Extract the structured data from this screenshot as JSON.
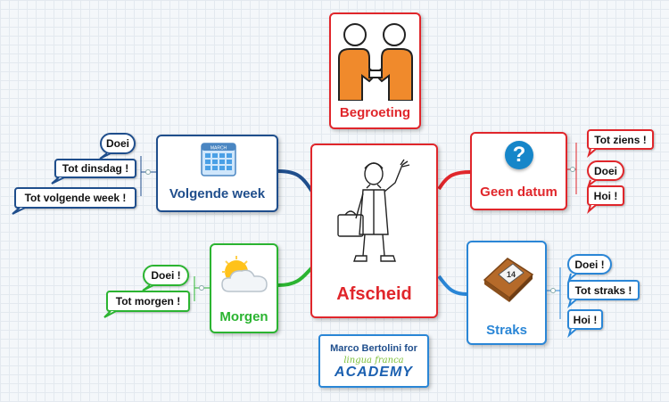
{
  "center": {
    "label": "Afscheid"
  },
  "branches": {
    "greeting": {
      "label": "Begroeting"
    },
    "next_week": {
      "label": "Volgende week",
      "calendar_month": "MARCH",
      "items": [
        "Doei",
        "Tot dinsdag !",
        "Tot volgende week !"
      ]
    },
    "tomorrow": {
      "label": "Morgen",
      "items": [
        "Doei !",
        "Tot morgen !"
      ]
    },
    "no_date": {
      "label": "Geen datum",
      "icon_glyph": "?",
      "items": [
        "Tot ziens !",
        "Doei",
        "Hoi !"
      ]
    },
    "later": {
      "label": "Straks",
      "calendar_day": "14",
      "items": [
        "Doei !",
        "Tot straks !",
        "Hoi !"
      ]
    }
  },
  "credit": {
    "line1": "Marco Bertolini for",
    "line2": "lingua franca",
    "line3": "ACADEMY"
  },
  "colors": {
    "red": "#e0262b",
    "navy": "#1f4e8c",
    "green": "#2bb431",
    "blue": "#2a86d6"
  }
}
